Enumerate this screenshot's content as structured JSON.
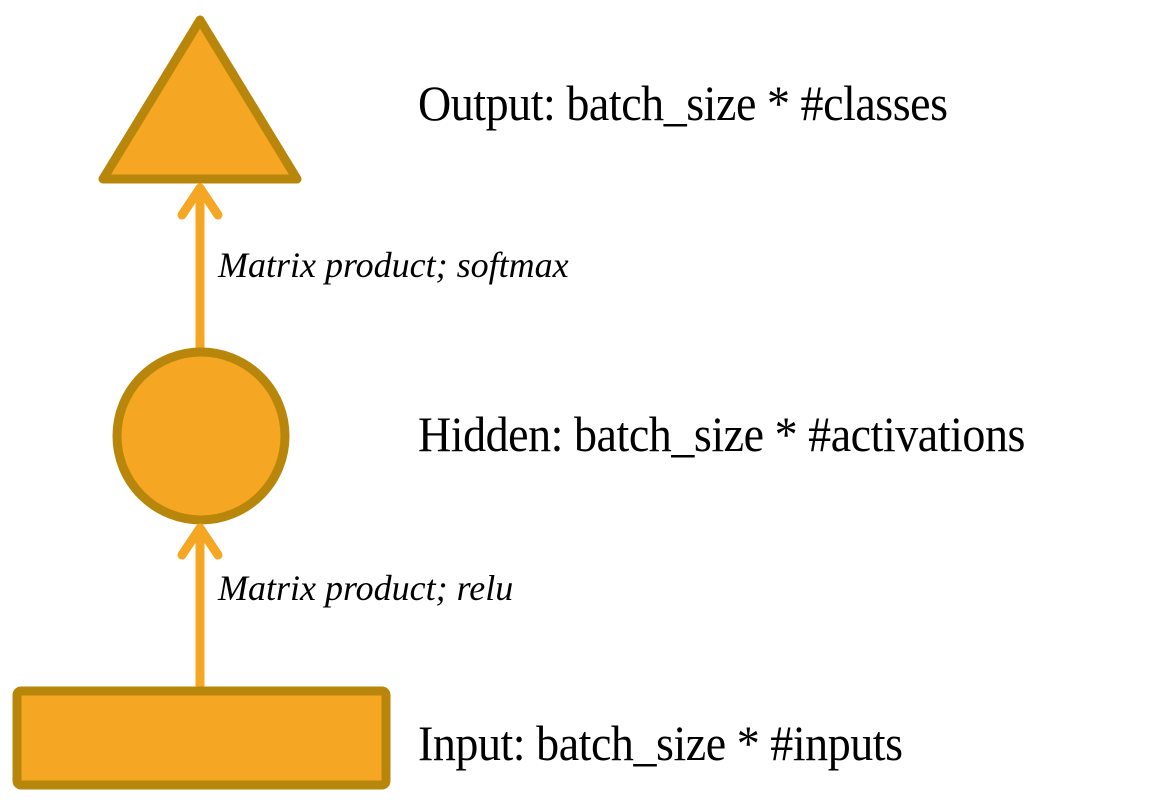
{
  "diagram": {
    "title": "Neural network layer diagram",
    "palette": {
      "shape_fill": "#F5A623",
      "shape_stroke": "#B8860B",
      "arrow": "#F5A623",
      "text": "#000000",
      "background": "#FFFFFF"
    },
    "nodes": [
      {
        "id": "output",
        "shape": "triangle",
        "label": "Output: batch_size * #classes",
        "icon": "triangle-shape"
      },
      {
        "id": "hidden",
        "shape": "circle",
        "label": "Hidden: batch_size * #activations",
        "icon": "circle-shape"
      },
      {
        "id": "input",
        "shape": "rectangle",
        "label": "Input: batch_size * #inputs",
        "icon": "rectangle-shape"
      }
    ],
    "edges": [
      {
        "id": "hidden-to-output",
        "from": "hidden",
        "to": "output",
        "label": "Matrix product; softmax",
        "direction": "up"
      },
      {
        "id": "input-to-hidden",
        "from": "input",
        "to": "hidden",
        "label": "Matrix product; relu",
        "direction": "up"
      }
    ]
  }
}
